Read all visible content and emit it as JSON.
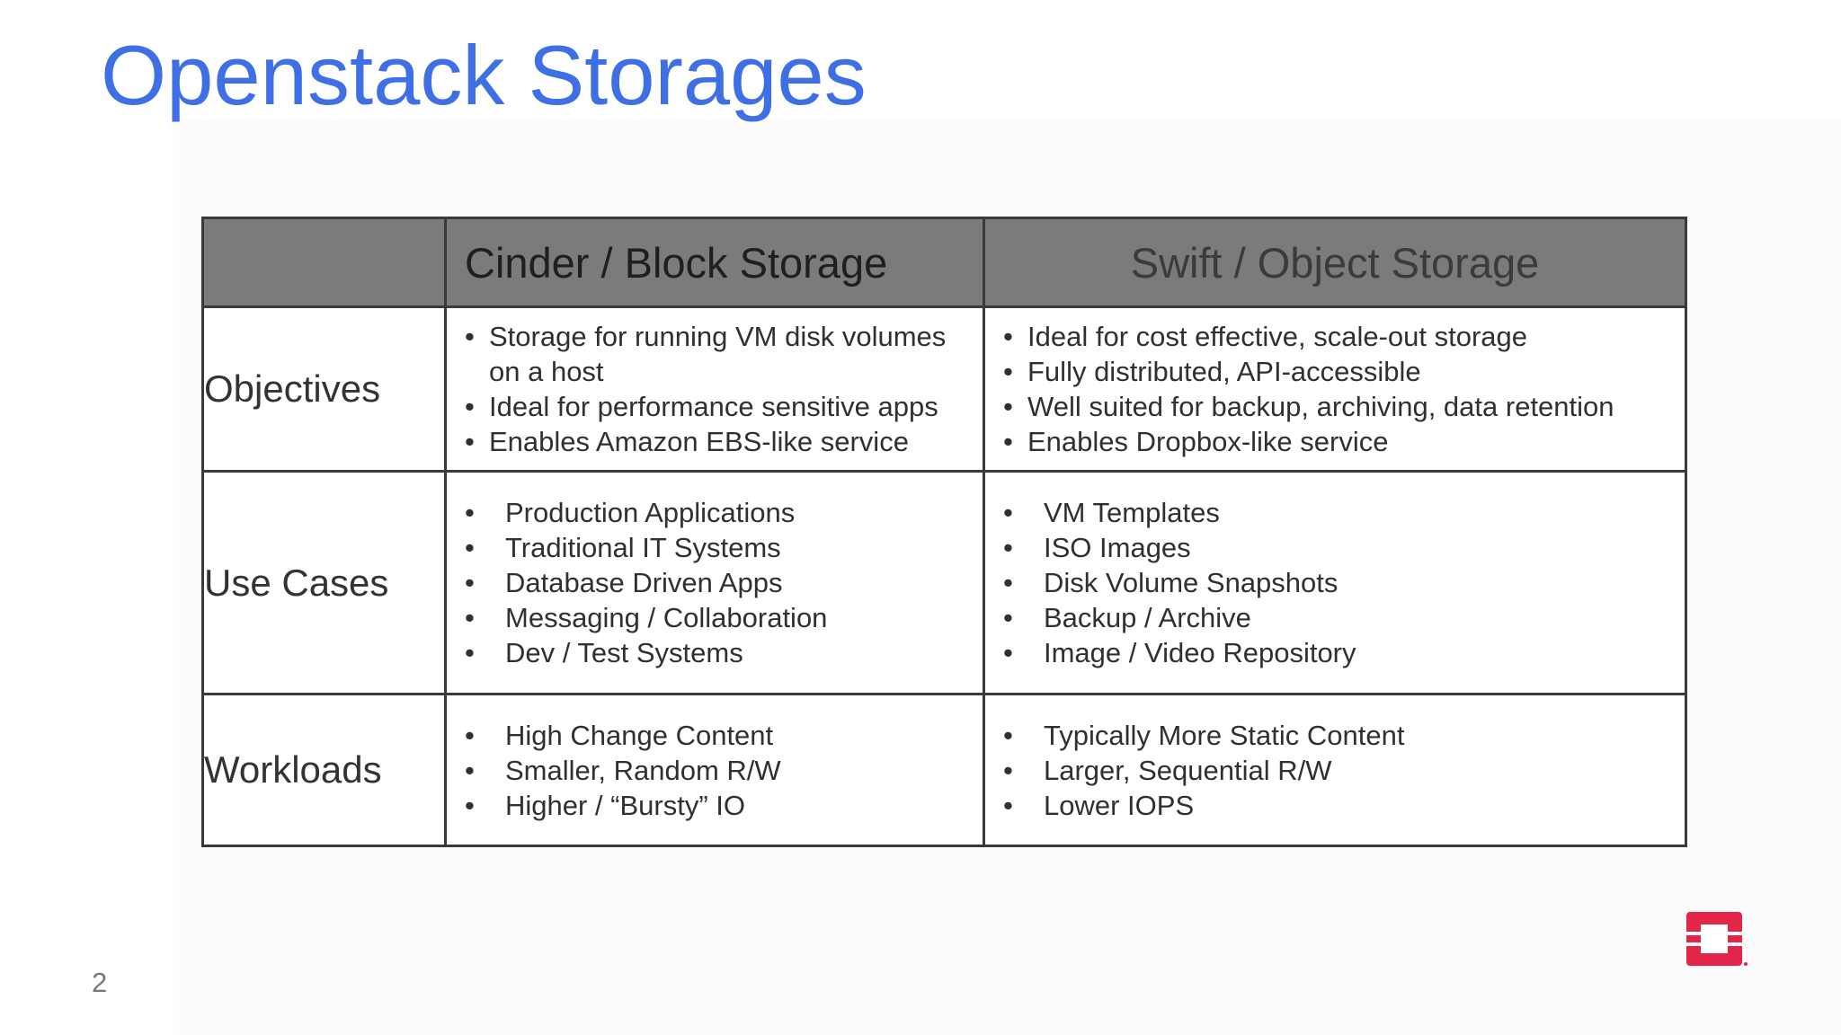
{
  "slide": {
    "title": "Openstack Storages",
    "page_number": "2",
    "logo_icon": "openstack-logo-icon",
    "accent_color": "#3f6fe5",
    "logo_color": "#e3254a"
  },
  "table": {
    "corner": "",
    "columns": [
      "Cinder / Block Storage",
      "Swift / Object Storage"
    ],
    "rows": [
      {
        "label": "Objectives",
        "cinder": [
          "Storage for running VM disk volumes on a host",
          "Ideal for performance sensitive apps",
          "Enables Amazon EBS-like service"
        ],
        "swift": [
          "Ideal for cost effective, scale-out storage",
          "Fully distributed, API-accessible",
          "Well suited for backup, archiving, data retention",
          "Enables Dropbox-like service"
        ]
      },
      {
        "label": "Use Cases",
        "cinder": [
          "Production Applications",
          "Traditional IT Systems",
          "Database Driven Apps",
          "Messaging / Collaboration",
          "Dev / Test Systems"
        ],
        "swift": [
          "VM Templates",
          "ISO Images",
          "Disk Volume Snapshots",
          "Backup / Archive",
          "Image / Video Repository"
        ]
      },
      {
        "label": "Workloads",
        "cinder": [
          "High Change Content",
          "Smaller, Random R/W",
          "Higher / “Bursty” IO"
        ],
        "swift": [
          "Typically More Static Content",
          "Larger, Sequential R/W",
          "Lower IOPS"
        ]
      }
    ]
  }
}
